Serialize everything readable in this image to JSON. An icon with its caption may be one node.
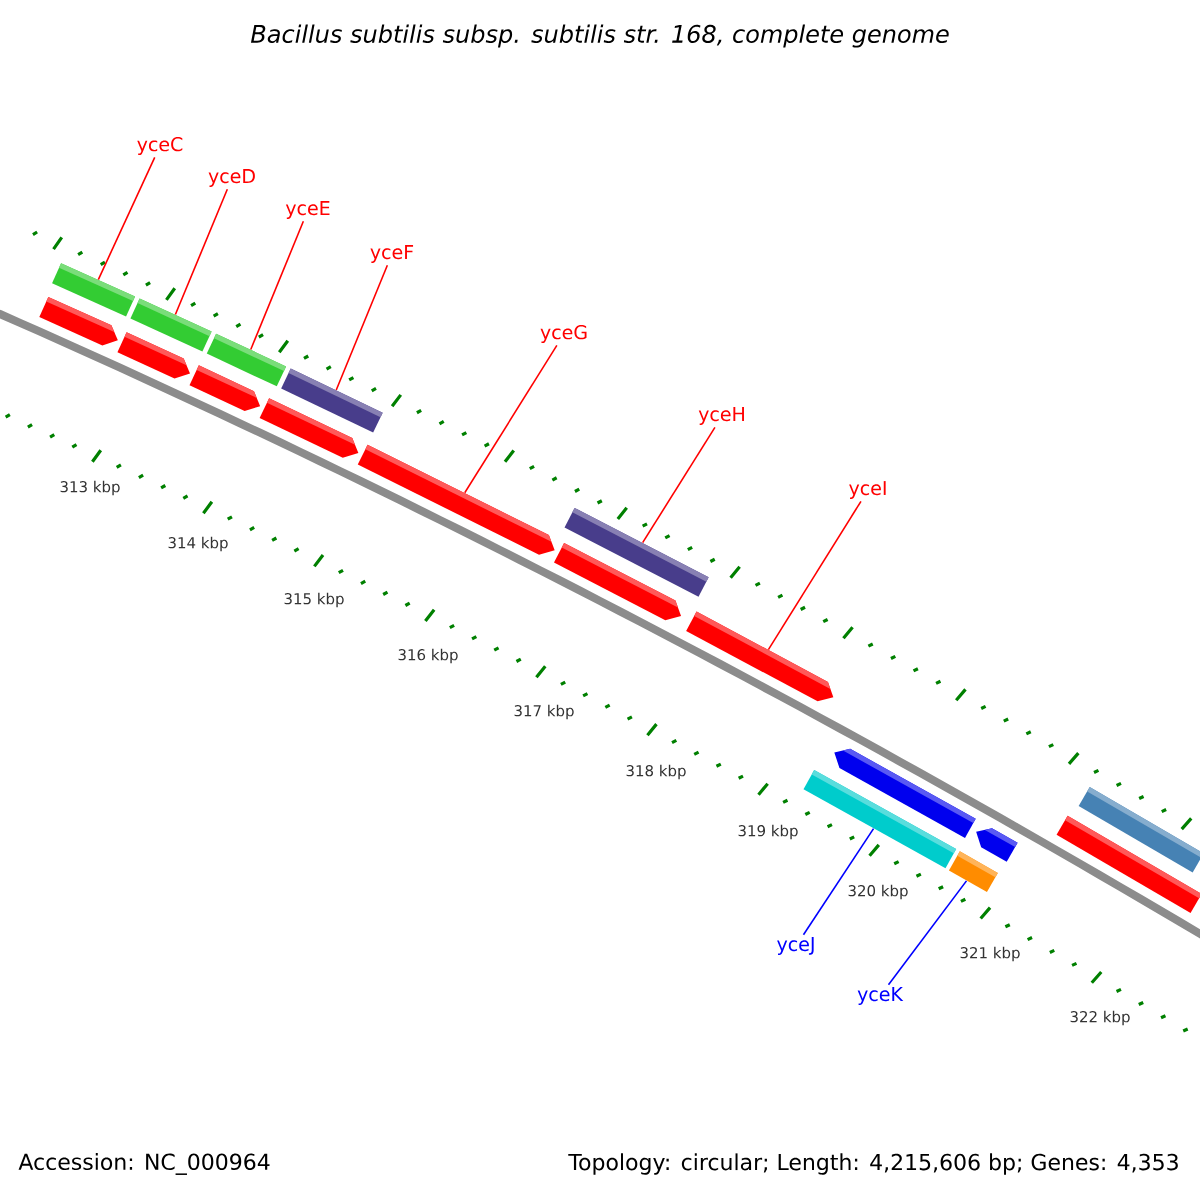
{
  "diagram": {
    "title": "Bacillus subtilis subsp. subtilis str. 168, complete genome",
    "nodes": [
      {
        "text": [
          "yceC"
        ]
      },
      {
        "text": [],
        "shape": "bar"
      },
      {
        "text": [
          "yceD"
        ]
      },
      {
        "text": [],
        "shape": "bar"
      },
      {
        "text": [
          "yceE"
        ]
      },
      {
        "text": [],
        "shape": "bar"
      },
      {
        "text": [
          "yceF"
        ]
      },
      {
        "text": [],
        "shape": "bar"
      },
      {
        "text": [],
        "shape": "arrow"
      },
      {
        "text": [],
        "shape": "arrow"
      },
      {
        "text": [],
        "shape": "arrow"
      },
      {
        "text": [],
        "shape": "arrow"
      },
      {
        "text": [
          "yceG"
        ]
      },
      {
        "text": [],
        "shape": "arrow"
      },
      {
        "text": [
          "yceH"
        ]
      },
      {
        "text": [],
        "shape": "bar"
      },
      {
        "text": [],
        "shape": "arrow"
      },
      {
        "text": [
          "yceI"
        ]
      },
      {
        "text": [],
        "shape": "arrow"
      },
      {
        "text": [],
        "shape": "arrow"
      },
      {
        "text": [],
        "shape": "arrow"
      },
      {
        "text": [
          "yceJ"
        ]
      },
      {
        "text": [],
        "shape": "bar"
      },
      {
        "text": [
          "yceK"
        ]
      },
      {
        "text": [],
        "shape": "bar"
      },
      {
        "text": [],
        "shape": "bar"
      },
      {
        "text": [],
        "shape": "bar"
      }
    ],
    "edges": [
      {
        "from": 0,
        "to": 1,
        "arrow": "none"
      },
      {
        "from": 2,
        "to": 3,
        "arrow": "none"
      },
      {
        "from": 4,
        "to": 5,
        "arrow": "none"
      },
      {
        "from": 6,
        "to": 7,
        "arrow": "none"
      },
      {
        "from": 12,
        "to": 13,
        "arrow": "none"
      },
      {
        "from": 14,
        "to": 15,
        "arrow": "none"
      },
      {
        "from": 17,
        "to": 18,
        "arrow": "none"
      },
      {
        "from": 21,
        "to": 22,
        "arrow": "none",
        "color": "#0000ff"
      },
      {
        "from": 23,
        "to": 24,
        "arrow": "none",
        "color": "#0000ff"
      }
    ],
    "labels": [
      "313 kbp",
      "314 kbp",
      "315 kbp",
      "316 kbp",
      "317 kbp",
      "318 kbp",
      "319 kbp",
      "320 kbp",
      "321 kbp",
      "322 kbp",
      "Accession: NC_000964",
      "Topology: circular; Length: 4,215,606 bp; Genes: 4,353"
    ]
  }
}
